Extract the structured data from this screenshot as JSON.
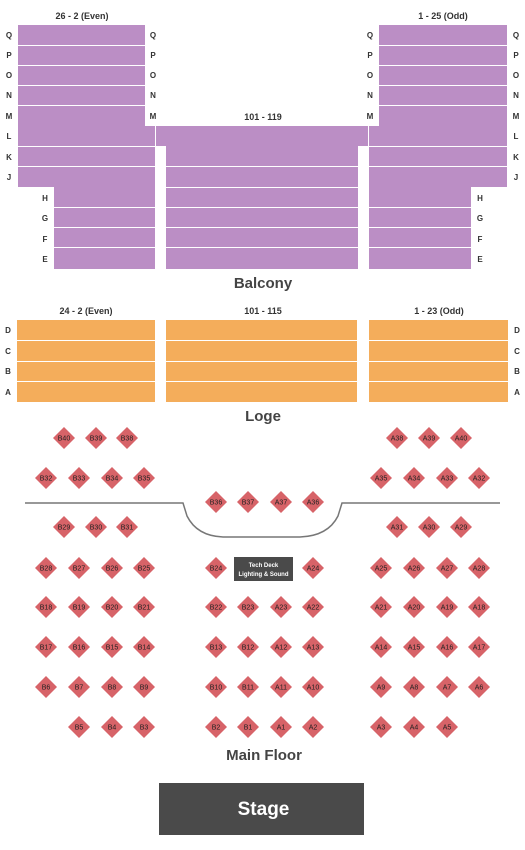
{
  "colors": {
    "balcony": "#bb8ec5",
    "loge": "#f4ad5b",
    "table": "#d76368",
    "stage": "#4a4a4a",
    "row_divider": "#ffffff",
    "floor_line": "#777777"
  },
  "balcony": {
    "title": "Balcony",
    "left": {
      "label": "26 - 2 (Even)"
    },
    "center": {
      "label": "101 - 119"
    },
    "right": {
      "label": "1 - 25 (Odd)"
    },
    "upper_rows": [
      "Q",
      "P",
      "O",
      "N",
      "M"
    ],
    "middle_rows": [
      "L",
      "K",
      "J"
    ],
    "lower_rows": [
      "H",
      "G",
      "F",
      "E"
    ]
  },
  "loge": {
    "title": "Loge",
    "left": {
      "label": "24 - 2 (Even)"
    },
    "center": {
      "label": "101 - 115"
    },
    "right": {
      "label": "1 - 23 (Odd)"
    },
    "rows": [
      "D",
      "C",
      "B",
      "A"
    ]
  },
  "main_floor": {
    "title": "Main Floor",
    "tech_deck": {
      "line1": "Tech Deck",
      "line2": "Lighting & Sound"
    },
    "table_rows": [
      [
        "B40",
        "B39",
        "B38",
        "A38",
        "A39",
        "A40"
      ],
      [
        "B32",
        "B33",
        "B34",
        "B35",
        "A35",
        "A34",
        "A33",
        "A32"
      ],
      [
        "B36",
        "B37",
        "A37",
        "A36"
      ],
      [
        "B29",
        "B30",
        "B31",
        "A31",
        "A30",
        "A29"
      ],
      [
        "B28",
        "B27",
        "B26",
        "B25",
        "B24",
        "A24",
        "A25",
        "A26",
        "A27",
        "A28"
      ],
      [
        "B18",
        "B19",
        "B20",
        "B21",
        "B22",
        "B23",
        "A23",
        "A22",
        "A21",
        "A20",
        "A19",
        "A18"
      ],
      [
        "B17",
        "B16",
        "B15",
        "B14",
        "B13",
        "B12",
        "A12",
        "A13",
        "A14",
        "A15",
        "A16",
        "A17"
      ],
      [
        "B6",
        "B7",
        "B8",
        "B9",
        "B10",
        "B11",
        "A11",
        "A10",
        "A9",
        "A8",
        "A7",
        "A6"
      ],
      [
        "B5",
        "B4",
        "B3",
        "B2",
        "B1",
        "A1",
        "A2",
        "A3",
        "A4",
        "A5"
      ]
    ]
  },
  "stage": {
    "label": "Stage"
  }
}
